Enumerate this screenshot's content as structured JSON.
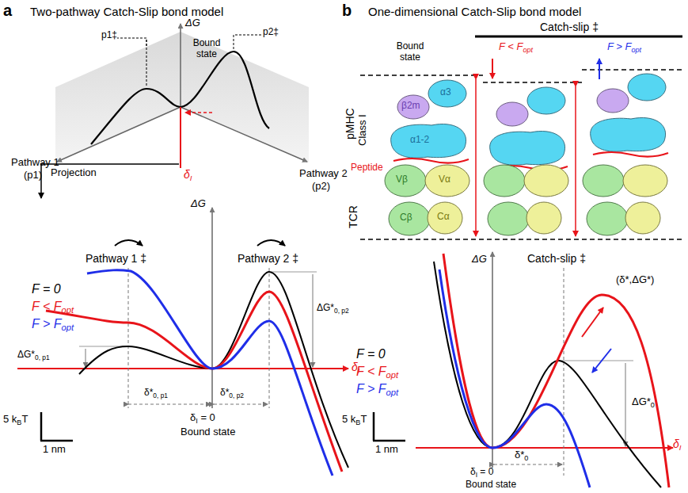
{
  "diagram": {
    "labels": [
      "a",
      "Two-pathway Catch-Slip bond model",
      "ΔG",
      "p1‡",
      "p2‡",
      "Bound state",
      "Pathway 1",
      "(p1)",
      "Pathway 2",
      "(p2)",
      "δ",
      "I",
      "Projection",
      "ΔG",
      "Pathway 1 ‡",
      "Pathway 2 ‡",
      "F = 0",
      "F < F",
      "opt",
      "F > F",
      "opt",
      "ΔG*",
      "0, p1",
      "ΔG*",
      "0, p2",
      "δ*",
      "0, p1",
      "δ*",
      "0, p2",
      "δ",
      "I",
      "δ",
      "I",
      " = 0",
      "Bound state",
      "5 k",
      "B",
      "T",
      "1 nm",
      "b",
      "One-dimensional Catch-Slip bond model",
      "Catch-slip ‡",
      "Bound state",
      "F < F",
      "opt",
      "F > F",
      "opt",
      "pMHC",
      "Class I",
      "Peptide",
      "TCR",
      "α3",
      "β2m",
      "α1-2",
      "Vβ",
      "Vα",
      "Cβ",
      "Cα",
      "ΔG",
      "Catch-slip ‡",
      "F = 0",
      "F < F",
      "opt",
      "F > F",
      "opt",
      "(δ*,ΔG*)",
      "ΔG*",
      "0",
      "δ*",
      "0",
      "δ",
      "I",
      "δ",
      "I",
      " = 0",
      "Bound state",
      "5 k",
      "B",
      "T",
      "1 nm"
    ]
  }
}
